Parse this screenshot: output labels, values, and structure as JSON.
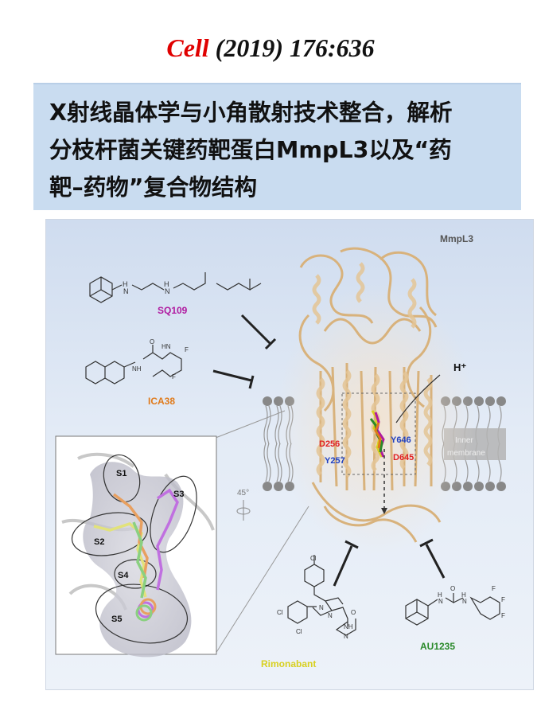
{
  "citation": {
    "journal": "Cell",
    "details": "(2019) 176:636"
  },
  "title": {
    "lines": [
      "X射线晶体学与小角散射技术整合，解析",
      "分枝杆菌关键药靶蛋白MmpL3以及“药",
      "靶–药物”复合物结构"
    ]
  },
  "figure": {
    "protein_label": "MmpL3",
    "proton_label": "H⁺",
    "membrane_label": [
      "Inner",
      "membrane"
    ],
    "rotation_label": "45°",
    "residues": [
      {
        "name": "D256",
        "color": "#e02020"
      },
      {
        "name": "Y646",
        "color": "#2040c0"
      },
      {
        "name": "Y257",
        "color": "#2040c0"
      },
      {
        "name": "D645",
        "color": "#e02020"
      }
    ],
    "compounds": [
      {
        "name": "SQ109",
        "color": "#b01aa0"
      },
      {
        "name": "ICA38",
        "color": "#e07a1a"
      },
      {
        "name": "Rimonabant",
        "color": "#d8d020"
      },
      {
        "name": "AU1235",
        "color": "#2a8a2a"
      }
    ],
    "pockets": [
      "S1",
      "S2",
      "S3",
      "S4",
      "S5"
    ],
    "atom_labels": {
      "ica38": [
        "O",
        "NH",
        "HN",
        "F",
        "F"
      ],
      "rimonabant": [
        "Cl",
        "Cl",
        "Cl",
        "N",
        "N",
        "O",
        "NH",
        "N"
      ],
      "au1235": [
        "H",
        "H",
        "N",
        "N",
        "O",
        "F",
        "F",
        "F"
      ],
      "sq109": [
        "H",
        "H",
        "N",
        "N"
      ]
    }
  }
}
